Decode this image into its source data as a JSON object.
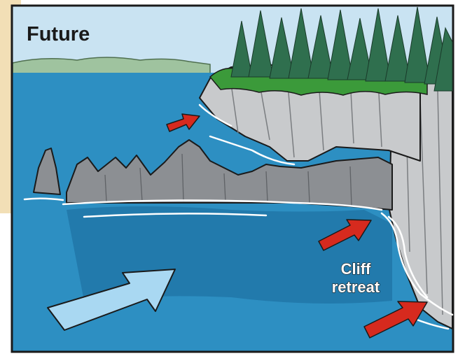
{
  "panel": {
    "title": "Future",
    "annotation_line1": "Cliff",
    "annotation_line2": "retreat"
  },
  "colors": {
    "sky": "#c9e3f2",
    "water": "#2d8fc2",
    "water_deep": "#1f74a6",
    "cliff": "#8c8f93",
    "cliff_face": "#c8cacc",
    "forest": "#2f6f4e",
    "canopy": "#3b9a3a",
    "arrow_red": "#d62a1e",
    "arrow_blue": "#a9d8f2",
    "side_tab": "#f2dfb6"
  }
}
